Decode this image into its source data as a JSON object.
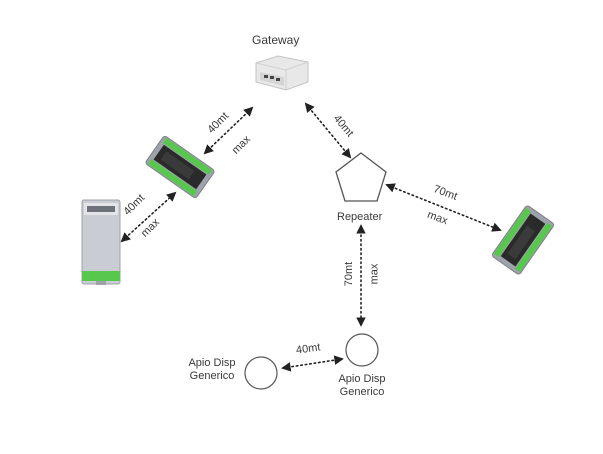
{
  "nodes": {
    "gateway": "Gateway",
    "repeater": "Repeater",
    "generic_left_line1": "Apio Disp",
    "generic_left_line2": "Generico",
    "generic_right_line1": "Apio Disp",
    "generic_right_line2": "Generico"
  },
  "links": {
    "device_gateway_dist": "40mt",
    "device_gateway_max": "max",
    "module_device_dist": "40mt",
    "module_device_max": "max",
    "gateway_repeater_dist": "40mt",
    "repeater_device_dist": "70mt",
    "repeater_device_max": "max",
    "repeater_generic_dist": "70mt",
    "repeater_generic_max": "max",
    "generic_generic_dist": "40mt"
  },
  "colors": {
    "connector": "#222222",
    "device_green": "#57c84d",
    "device_body": "#2a2a2a",
    "device_frame": "#9a9ea6",
    "gateway_body": "#e6e6e6",
    "repeater_stroke": "#555555"
  },
  "icons": {
    "gateway": "gateway-router-icon",
    "device": "din-rail-module-icon",
    "repeater": "pentagon-repeater-icon",
    "generic": "circle-device-icon"
  }
}
